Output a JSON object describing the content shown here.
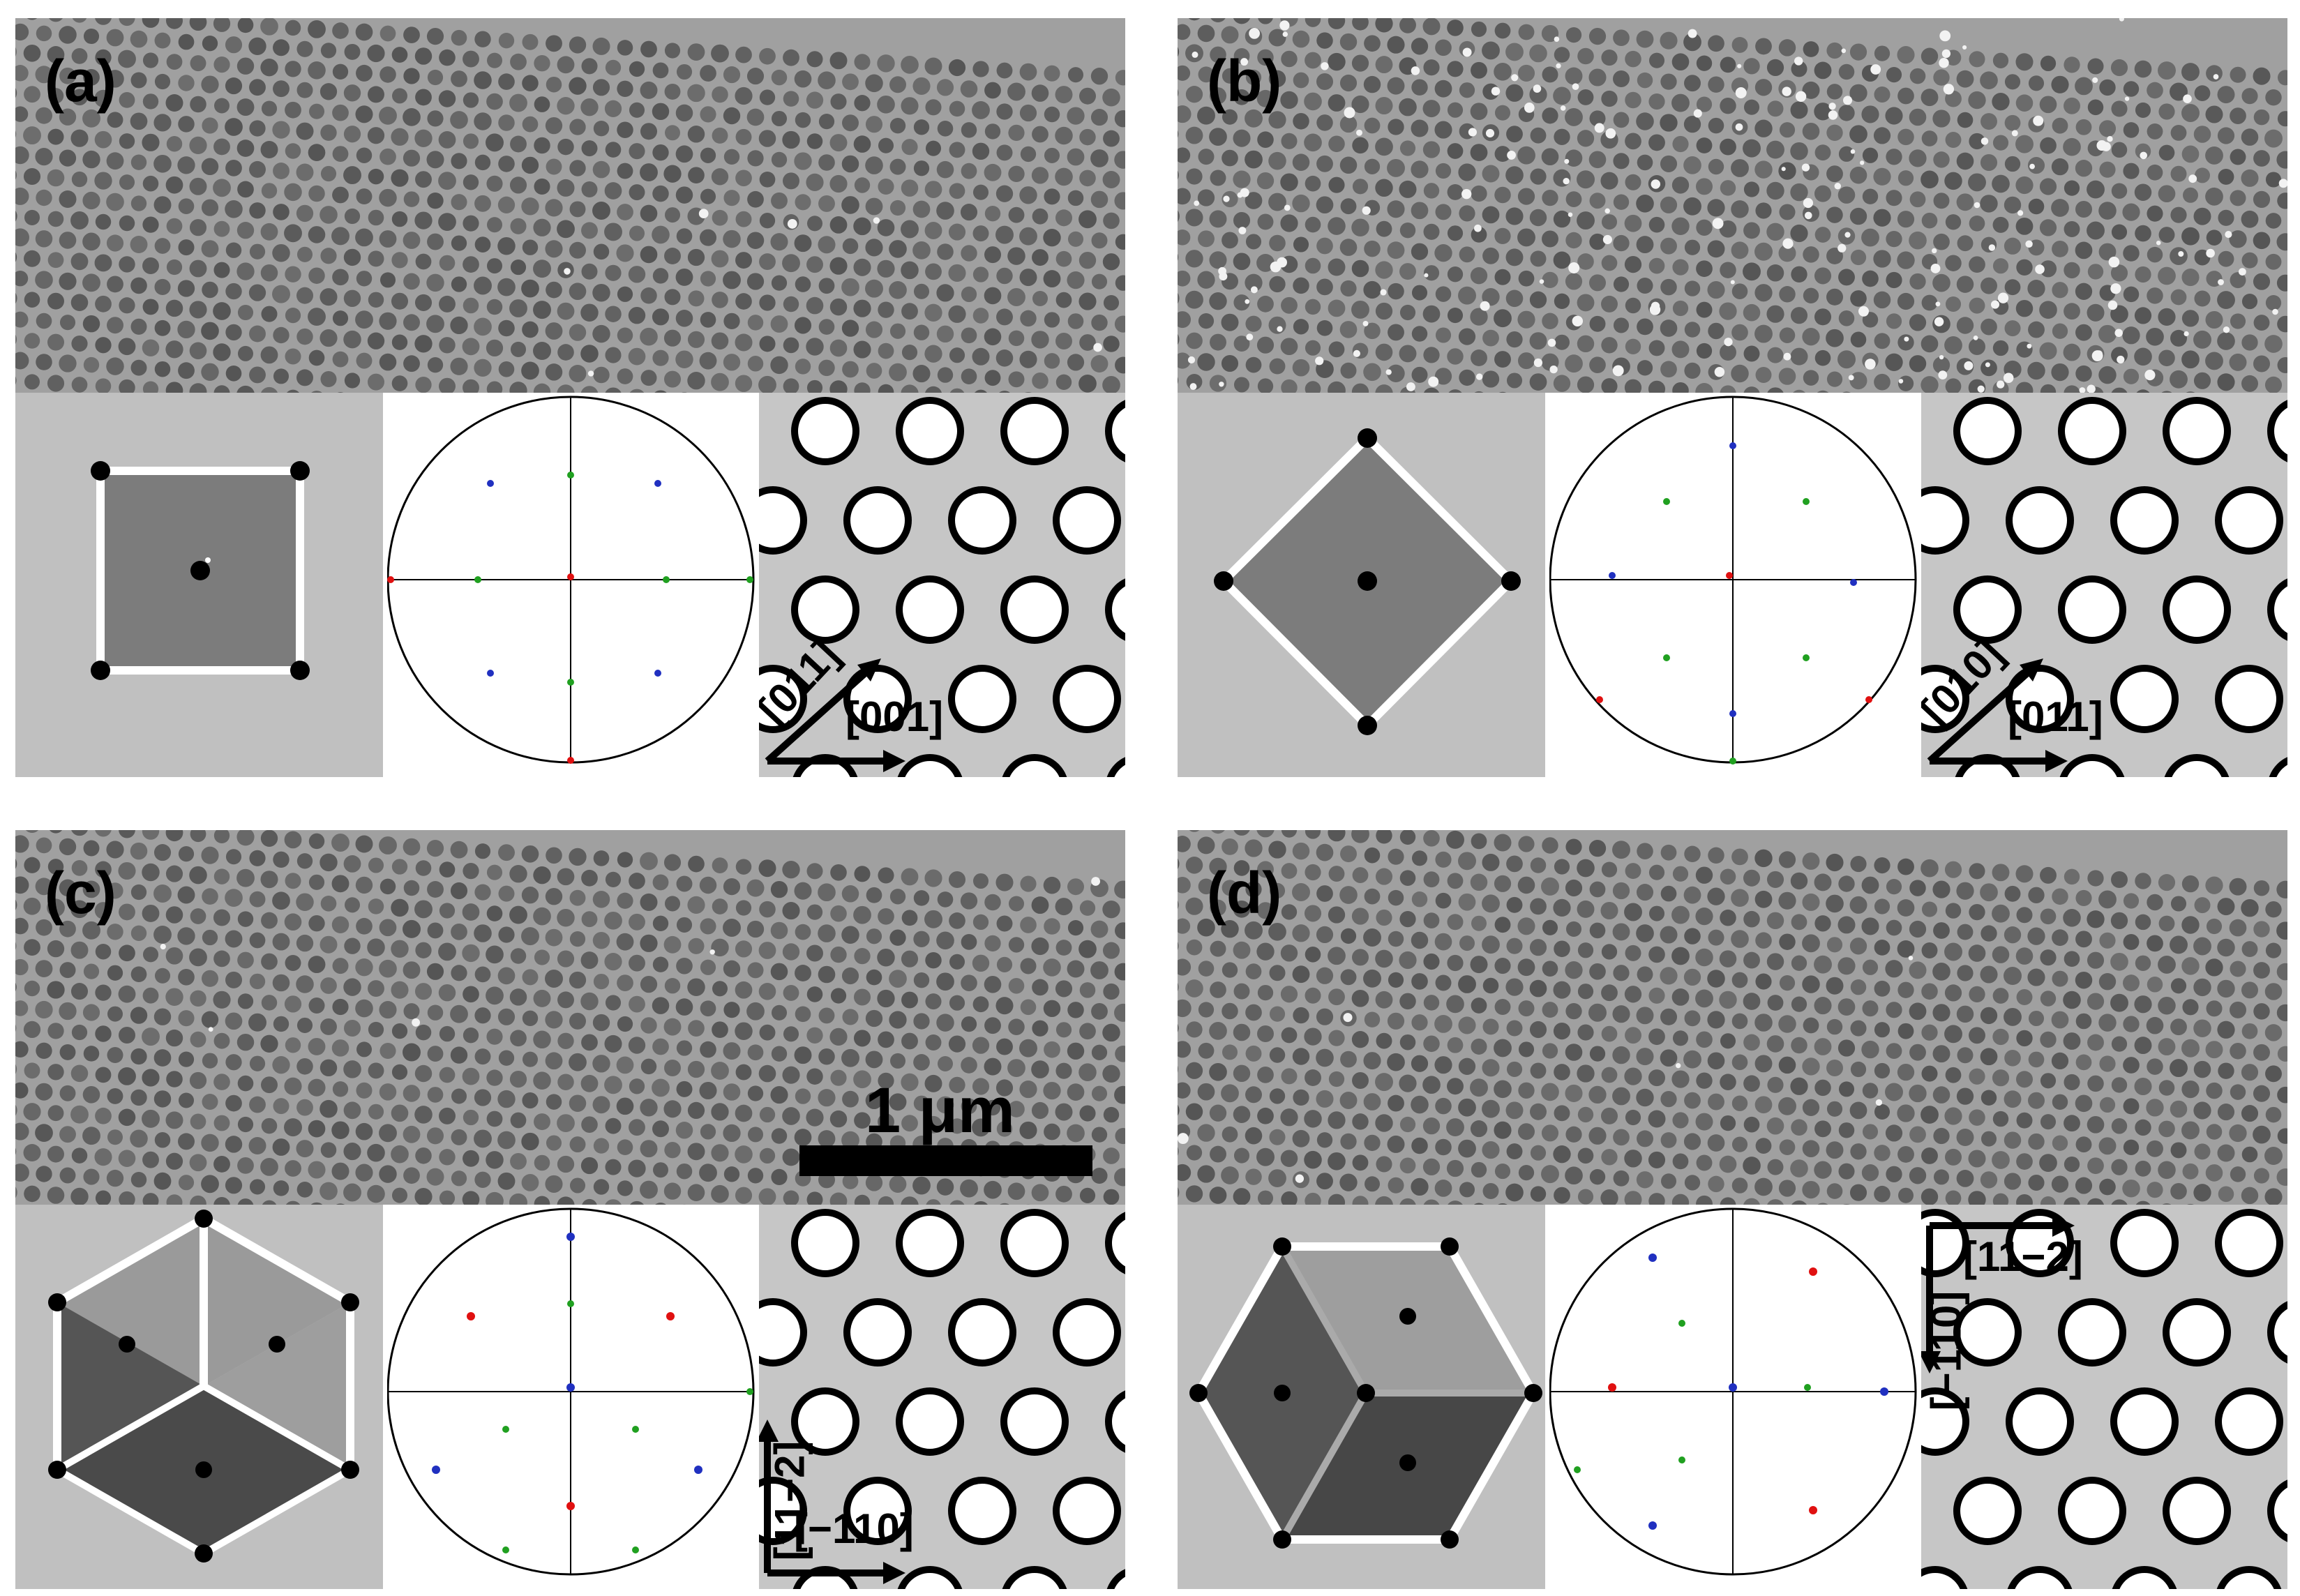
{
  "panels": [
    {
      "label": "(a)",
      "axis_labels": [
        "[011]",
        "[001]"
      ]
    },
    {
      "label": "(b)",
      "axis_labels": [
        "[010]",
        "[011]"
      ]
    },
    {
      "label": "(c)",
      "axis_labels": [
        "[11−2]",
        "[−110]"
      ]
    },
    {
      "label": "(d)",
      "axis_labels": [
        "[11−2]",
        "[−110]"
      ]
    }
  ],
  "scale_bar": {
    "label": "1 μm"
  },
  "colors": {
    "sem_bg": "#8c8c8c",
    "pore": "#5e5e5e",
    "cube_face": "#808080",
    "red": "#e01010",
    "green": "#20a020",
    "blue": "#2030c0"
  }
}
